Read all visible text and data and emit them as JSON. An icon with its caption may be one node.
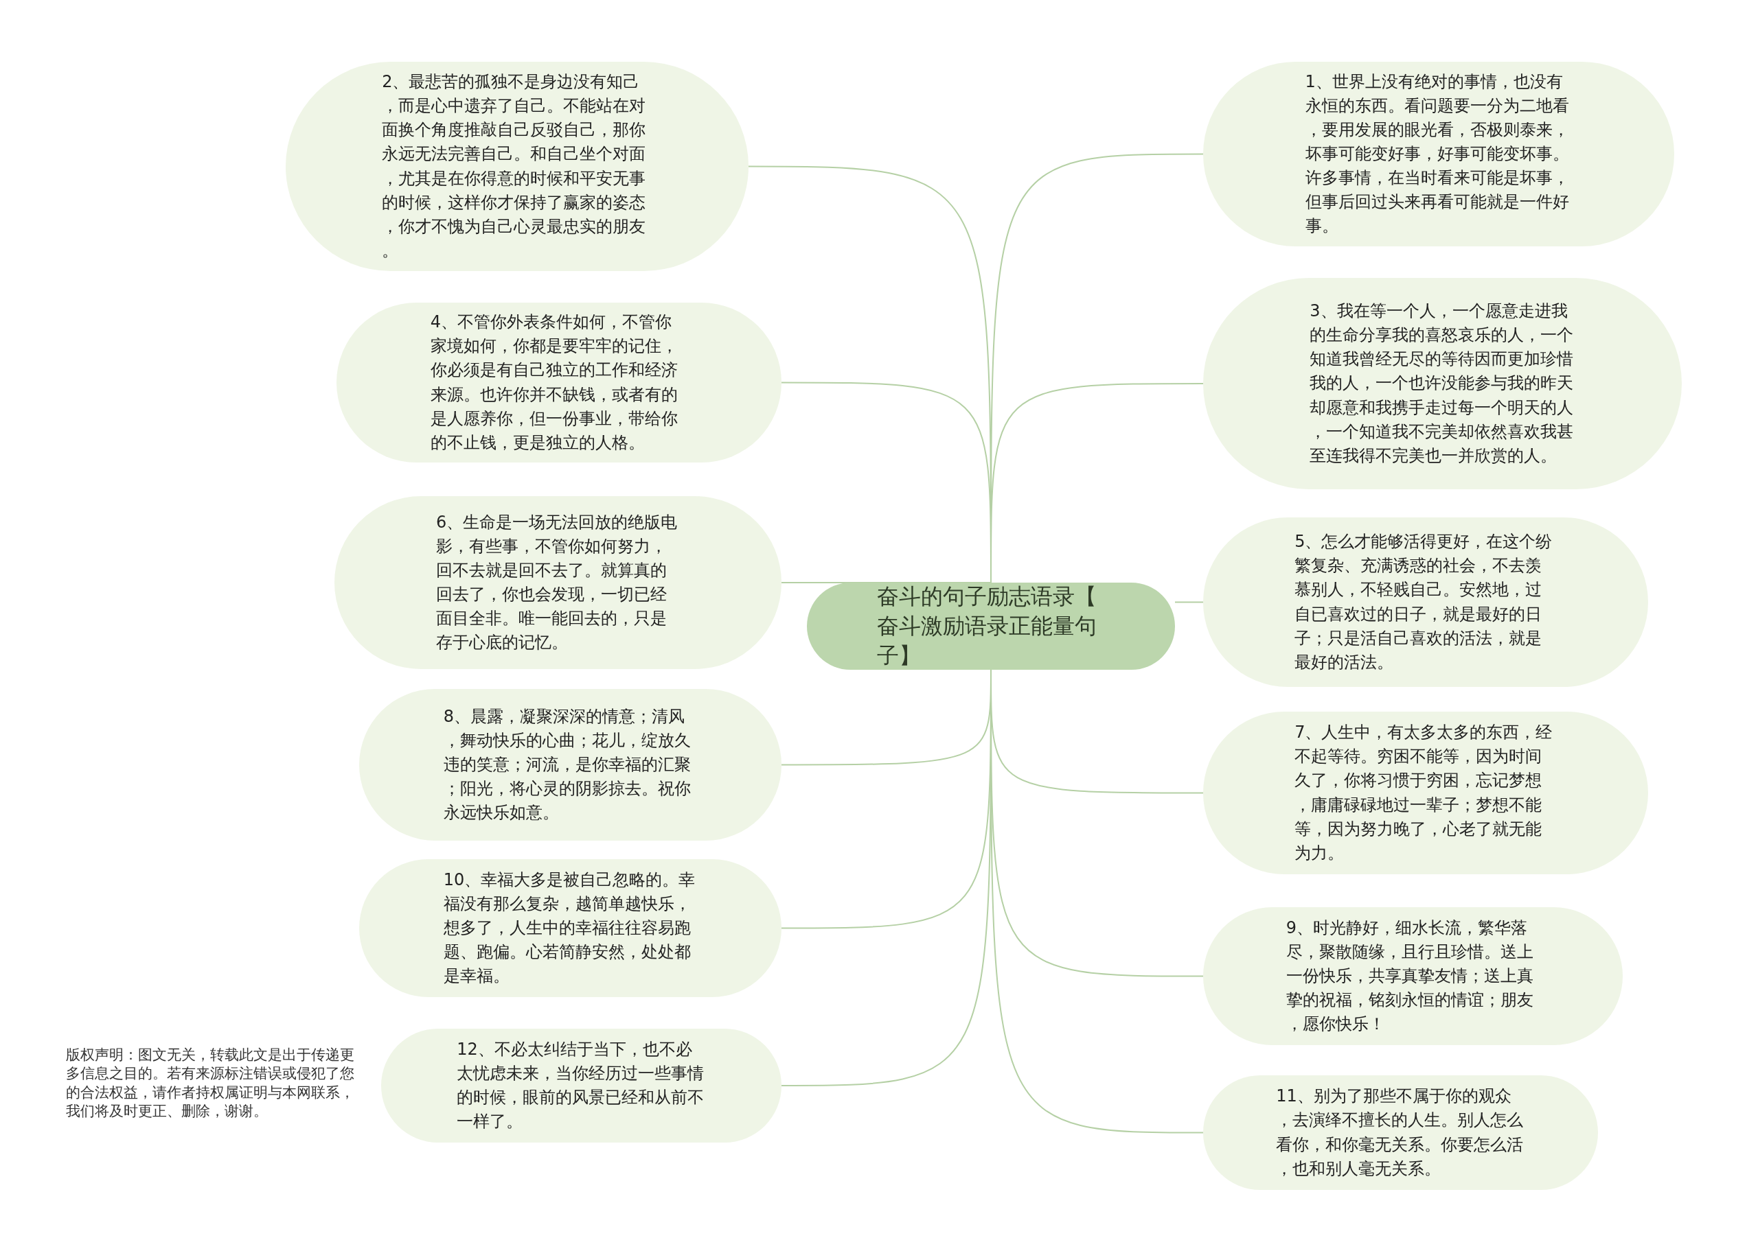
{
  "diagram": {
    "nodes": [
      {
        "text": [
          "奋斗的句子励志语录【奋斗激励语录正能量句子】"
        ]
      },
      {
        "text": [
          "2、最悲苦的孤独不是身边没有知己，而是心中遗弃了自己。不能站在对面换个角度推敲自己反驳自己，那你永远无法完善自己。和自己坐个对面，尤其是在你得意的时候和平安无事的时候，这样你才保持了赢家的姿态，你才不愧为自己心灵最忠实的朋友。"
        ]
      },
      {
        "text": [
          "1、世界上没有绝对的事情，也没有永恒的东西。看问题要一分为二地看，要用发展的眼光看，否极则泰来，坏事可能变好事，好事可能变坏事。许多事情，在当时看来可能是坏事，但事后回过头来再看可能就是一件好事。"
        ]
      },
      {
        "text": [
          "4、不管你外表条件如何，不管你家境如何，你都是要牢牢的记住，你必须是有自己独立的工作和经济来源。也许你并不缺钱，或者有的是人愿养你，但一份事业，带给你的不止钱，更是独立的人格。"
        ]
      },
      {
        "text": [
          "3、我在等一个人，一个愿意走进我的生命分享我的喜怒哀乐的人，一个知道我曾经无尽的等待因而更加珍惜我的人，一个也许没能参与我的昨天却愿意和我携手走过每一个明天的人，一个知道我不完美却依然喜欢我甚至连我得不完美也一并欣赏的人。"
        ]
      },
      {
        "text": [
          "6、生命是一场无法回放的绝版电影，有些事，不管你如何努力，回不去就是回不去了。就算真的回去了，你也会发现，一切已经面目全非。唯一能回去的，只是存于心底的记忆。"
        ]
      },
      {
        "text": [
          "5、怎么才能够活得更好，在这个纷繁复杂、充满诱惑的社会，不去羡慕别人，不轻贱自己。安然地，过自已喜欢过的日子，就是最好的日子；只是活自己喜欢的活法，就是最好的活法。"
        ]
      },
      {
        "text": [
          "8、晨露，凝聚深深的情意；清风，舞动快乐的心曲；花儿，绽放久违的笑意；河流，是你幸福的汇聚；阳光，将心灵的阴影掠去。祝你永远快乐如意。"
        ]
      },
      {
        "text": [
          "7、人生中，有太多太多的东西，经不起等待。穷困不能等，因为时间久了，你将习惯于穷困，忘记梦想，庸庸碌碌地过一辈子；梦想不能等，因为努力晚了，心老了就无能为力。"
        ]
      },
      {
        "text": [
          "10、幸福大多是被自己忽略的。幸福没有那么复杂，越简单越快乐，想多了，人生中的幸福往往容易跑题、跑偏。心若简静安然，处处都是幸福。"
        ]
      },
      {
        "text": [
          "9、时光静好，细水长流，繁华落尽，聚散随缘，且行且珍惜。送上一份快乐，共享真挚友情；送上真挚的祝福，铭刻永恒的情谊；朋友，愿你快乐！"
        ]
      },
      {
        "text": [
          "12、不必太纠结于当下，也不必太忧虑未来，当你经历过一些事情的时候，眼前的风景已经和从前不一样了。"
        ]
      },
      {
        "text": [
          "11、别为了那些不属于你的观众，去演绎不擅长的人生。别人怎么看你，和你毫无关系。你要怎么活，也和别人毫无关系。"
        ]
      }
    ],
    "edges": [
      {
        "from": 0,
        "to": 1,
        "arrow": "none"
      },
      {
        "from": 0,
        "to": 2,
        "arrow": "none"
      },
      {
        "from": 0,
        "to": 3,
        "arrow": "none"
      },
      {
        "from": 0,
        "to": 4,
        "arrow": "none"
      },
      {
        "from": 0,
        "to": 5,
        "arrow": "none"
      },
      {
        "from": 0,
        "to": 6,
        "arrow": "none"
      },
      {
        "from": 0,
        "to": 7,
        "arrow": "none"
      },
      {
        "from": 0,
        "to": 8,
        "arrow": "none"
      },
      {
        "from": 0,
        "to": 9,
        "arrow": "none"
      },
      {
        "from": 0,
        "to": 10,
        "arrow": "none"
      },
      {
        "from": 0,
        "to": 11,
        "arrow": "none"
      },
      {
        "from": 0,
        "to": 12,
        "arrow": "none"
      }
    ],
    "labels": [
      "版权声明：图文无关，转载此文是出于传递更多信息之目的。若有来源标注错误或侵犯了您的合法权益，请作者持权属证明与本网联系，我们将及时更正、删除，谢谢。"
    ]
  }
}
